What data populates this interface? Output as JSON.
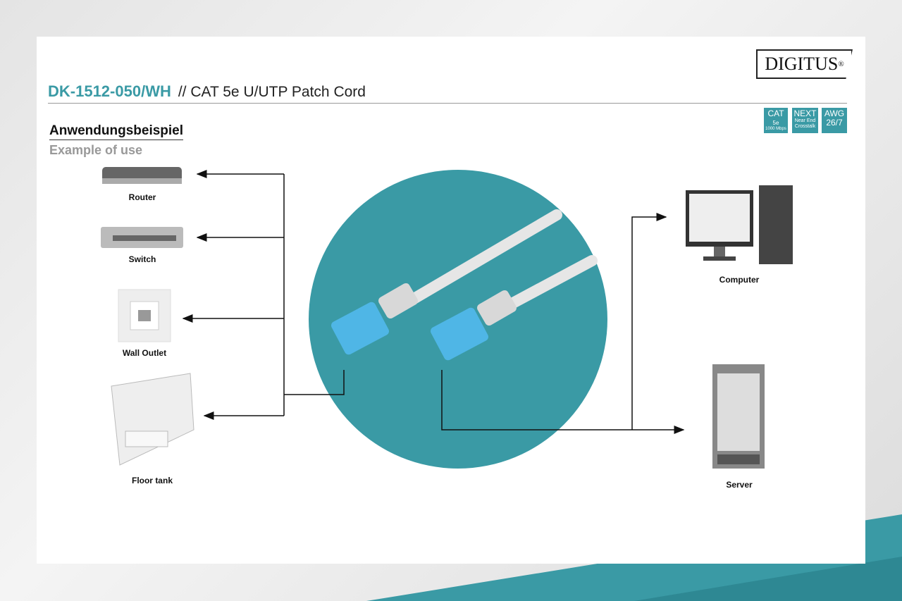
{
  "brand": {
    "logo": "DIGITUS",
    "registered": "®"
  },
  "header": {
    "product_code": "DK-1512-050/WH",
    "separator": "//",
    "product_name": "CAT 5e U/UTP Patch Cord"
  },
  "section": {
    "heading_de": "Anwendungsbeispiel",
    "heading_en": "Example of use"
  },
  "badges": [
    {
      "top": "CAT",
      "mid": "5e",
      "small": "1000 Mbps"
    },
    {
      "top": "NEXT",
      "mid": "Near End",
      "small": "Crosstalk"
    },
    {
      "top": "AWG",
      "mid": "26/7"
    }
  ],
  "devices_left": [
    "Router",
    "Switch",
    "Wall Outlet",
    "Floor tank"
  ],
  "devices_right": [
    "Computer",
    "Server"
  ],
  "colors": {
    "accent": "#3a9aa5",
    "connector": "#4fb6e6",
    "cable": "#e6e6e6"
  }
}
